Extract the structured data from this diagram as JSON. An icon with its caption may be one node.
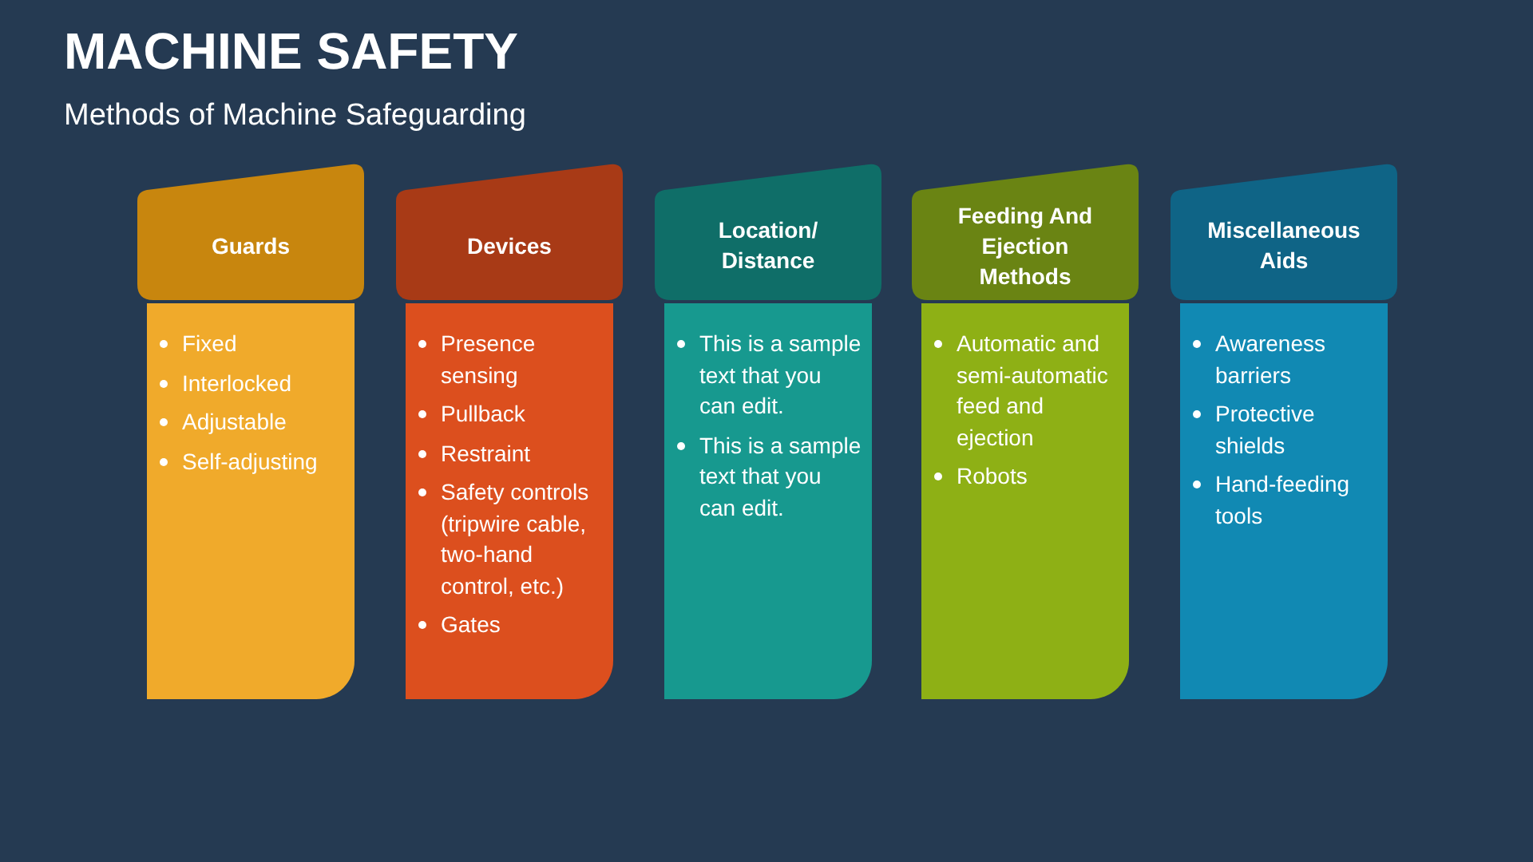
{
  "diagram": {
    "title": "MACHINE SAFETY",
    "nodes": [
      {
        "text": [
          "Guards"
        ]
      },
      {
        "text": [
          "Fixed",
          "Interlocked",
          "Adjustable",
          "Self-adjusting"
        ]
      },
      {
        "text": [
          "Devices"
        ]
      },
      {
        "text": [
          "Presence sensing",
          "Pullback",
          "Restraint",
          "Safety controls (tripwire cable, two-hand control, etc.)",
          "Gates"
        ]
      },
      {
        "text": [
          "Location/ Distance"
        ]
      },
      {
        "text": [
          "This is a sample text that you can edit.",
          "This is a sample text that you can edit."
        ]
      },
      {
        "text": [
          "Feeding And Ejection Methods"
        ]
      },
      {
        "text": [
          "Automatic and semi-automatic feed and ejection",
          "Robots"
        ]
      },
      {
        "text": [
          "Miscellaneous Aids"
        ]
      },
      {
        "text": [
          "Awareness barriers",
          "Protective shields",
          "Hand-feeding tools"
        ]
      }
    ],
    "labels": [
      "Methods of Machine Safeguarding"
    ]
  }
}
